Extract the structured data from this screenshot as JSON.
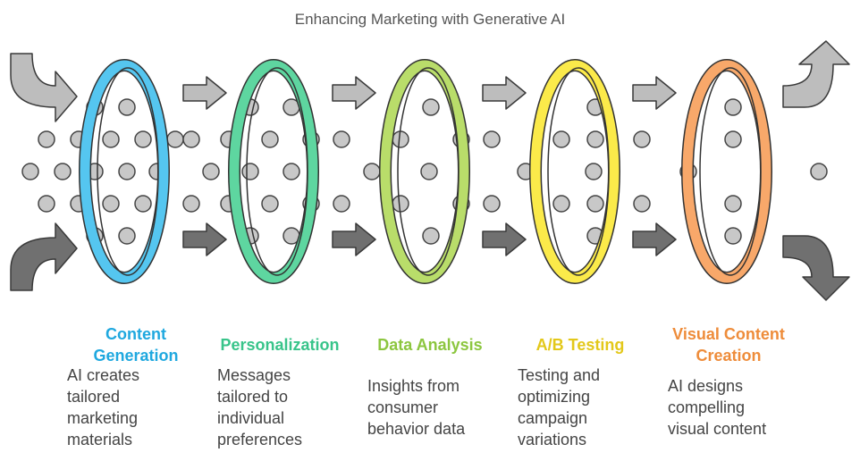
{
  "title": "Enhancing Marketing with Generative AI",
  "stages": [
    {
      "title": [
        "Content",
        "Generation"
      ],
      "description": [
        "AI creates",
        "tailored",
        "marketing",
        "materials"
      ],
      "ring_color": "#55C6F0",
      "ring_stroke": "#333333",
      "title_color": "#1FA8DF"
    },
    {
      "title": [
        "Personalization"
      ],
      "description": [
        "Messages",
        "tailored to",
        "individual",
        "preferences"
      ],
      "ring_color": "#5ED6A0",
      "ring_stroke": "#333333",
      "title_color": "#38C48A"
    },
    {
      "title": [
        "Data Analysis"
      ],
      "description": [
        "Insights from",
        "consumer",
        "behavior data"
      ],
      "ring_color": "#B9DD6A",
      "ring_stroke": "#333333",
      "title_color": "#8CC63F"
    },
    {
      "title": [
        "A/B Testing"
      ],
      "description": [
        "Testing and",
        "optimizing",
        "campaign",
        "variations"
      ],
      "ring_color": "#FBEA4A",
      "ring_stroke": "#333333",
      "title_color": "#E3C81A"
    },
    {
      "title": [
        "Visual Content",
        "Creation"
      ],
      "description": [
        "AI designs",
        "compelling",
        "visual content"
      ],
      "ring_color": "#F8A86A",
      "ring_stroke": "#333333",
      "title_color": "#EE8C3A"
    }
  ],
  "colors": {
    "arrow_light": "#BDBDBD",
    "arrow_dark": "#707070",
    "dot_fill": "#C8C8C8",
    "dot_stroke": "#444444"
  }
}
